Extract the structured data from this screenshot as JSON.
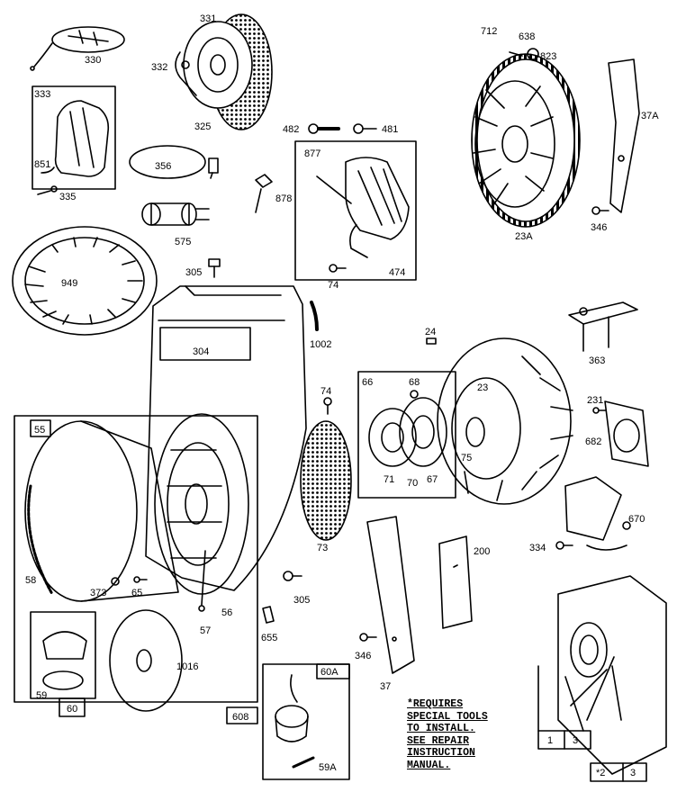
{
  "callouts": {
    "c330": "330",
    "c331": "331",
    "c332": "332",
    "c325": "325",
    "c333": "333",
    "c851": "851",
    "c335": "335",
    "c356": "356",
    "c575": "575",
    "c878": "878",
    "c482": "482",
    "c481": "481",
    "c877": "877",
    "c474": "474",
    "c74a": "74",
    "c1002": "1002",
    "c305a": "305",
    "c949": "949",
    "c304": "304",
    "c712": "712",
    "c638": "638",
    "c823": "823",
    "c37A": "37A",
    "c23A": "23A",
    "c346a": "346",
    "c363": "363",
    "c24": "24",
    "c66": "66",
    "c68": "68",
    "c23": "23",
    "c74b": "74",
    "c231": "231",
    "c682": "682",
    "c71": "71",
    "c70": "70",
    "c67": "67",
    "c75": "75",
    "c55": "55",
    "c73": "73",
    "c200": "200",
    "c670": "670",
    "c334": "334",
    "c58": "58",
    "c373": "373",
    "c65": "65",
    "c56": "56",
    "c305b": "305",
    "c57": "57",
    "c655": "655",
    "c346b": "346",
    "c37": "37",
    "c1016": "1016",
    "c59": "59",
    "c60": "60",
    "c608": "608",
    "c60A": "60A",
    "c59A": "59A",
    "c1": "1",
    "c3a": "3",
    "c2": "*2",
    "c3b": "3"
  },
  "note": {
    "line1": "*REQUIRES",
    "line2": "SPECIAL TOOLS",
    "line3": "TO INSTALL.",
    "line4": "SEE REPAIR",
    "line5": "INSTRUCTION",
    "line6": "MANUAL."
  }
}
